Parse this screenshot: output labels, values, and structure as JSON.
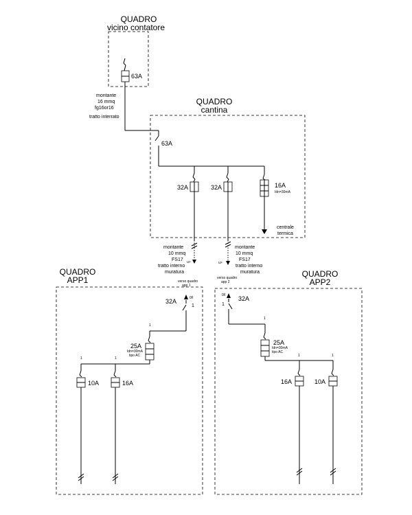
{
  "panels": {
    "contatore": {
      "title1": "QUADRO",
      "title2": "vicino contatore",
      "breaker": "63A"
    },
    "cantina": {
      "title1": "QUADRO",
      "title2": "cantina",
      "main_switch": "63A",
      "breakers": [
        "32A",
        "32A",
        "16A"
      ],
      "rcd_note": "Idn=30mA",
      "out_note1": "centrale",
      "out_note2": "termica"
    },
    "app1": {
      "title1": "QUADRO",
      "title2": "APP1",
      "switch": "32A",
      "pos_0": "0/I",
      "pos_1": "1",
      "ext_note1": "verso quadro",
      "ext_note2": "app 1",
      "rcd": "25A",
      "rcd_note1": "Idn=30mA",
      "rcd_note2": "tipo AC",
      "breakers": [
        "10A",
        "16A"
      ]
    },
    "app2": {
      "title1": "QUADRO",
      "title2": "APP2",
      "switch": "32A",
      "pos_0": "0/I",
      "pos_1": "1",
      "ext_note1": "verso quadro",
      "ext_note2": "app 2",
      "rcd": "25A",
      "rcd_note1": "Idn=30mA",
      "rcd_note2": "tipo AC",
      "breakers": [
        "16A",
        "10A"
      ]
    }
  },
  "cables": {
    "riser_main": [
      "montante",
      "16 mmq",
      "fg16or16",
      "tratto interrato"
    ],
    "riser_app1": [
      "montante",
      "10 mmq",
      "FS17",
      "tratto interno",
      "muratura"
    ],
    "riser_app2": [
      "montante",
      "10 mmq",
      "FS17",
      "tratto interno",
      "muratura"
    ],
    "riser_app1_tag": "u>",
    "riser_app2_tag": "u>"
  }
}
